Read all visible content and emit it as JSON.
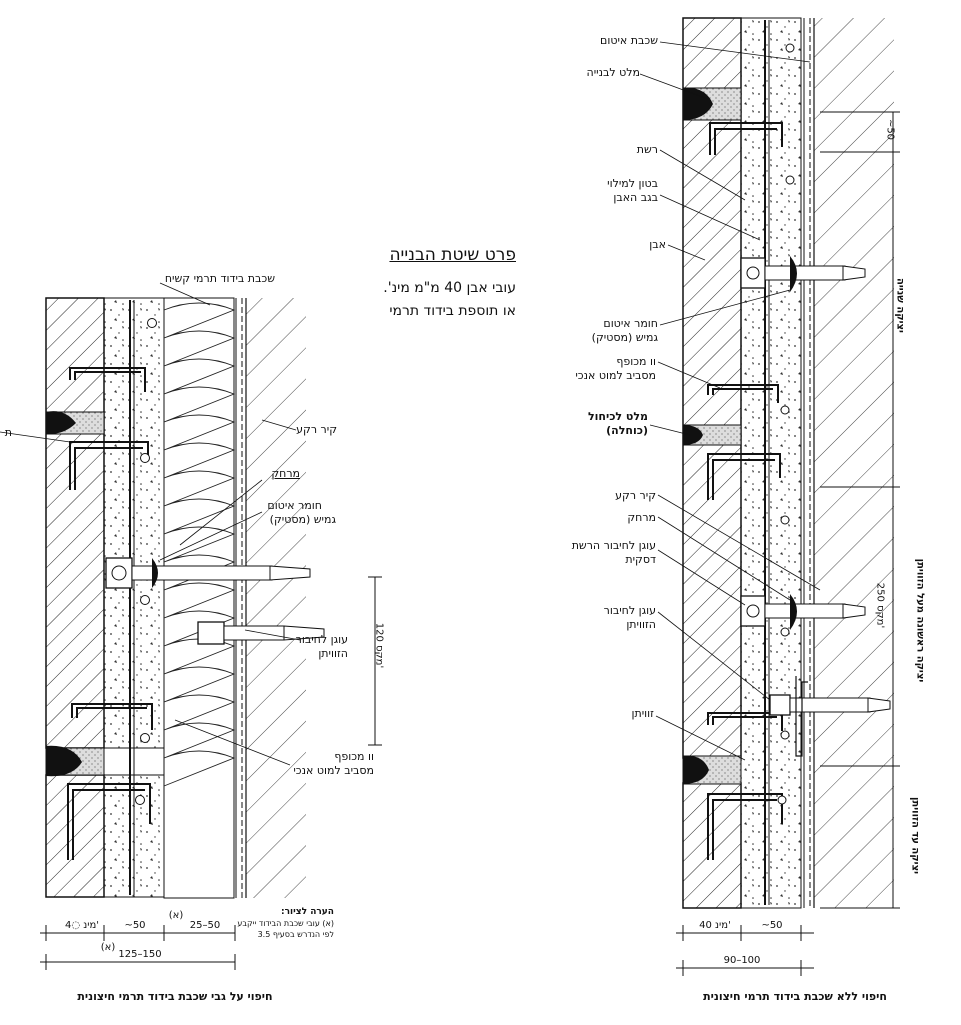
{
  "title": {
    "heading": "פרט שיטת הבנייה",
    "line1": "עובי אבן 40 מ\"מ מינ'.",
    "line2": "או תוספת בידוד תרמי"
  },
  "left_detail": {
    "caption": "חיפוי על גבי שכבת בידוד תרמי חיצונית",
    "labels": {
      "insulation": "שכבת בידוד תרמי קשיח",
      "back_wall": "קיר רקע",
      "spacer": "מרחק",
      "sealant_1": "חומר איטום",
      "sealant_2": "גמיש (מסטיק)",
      "anchor_1": "עוגן לחיבור",
      "anchor_2": "הזוויתן",
      "hook_1": "וו מכופף",
      "hook_2": "מסביב למוט אנכי",
      "cut_edge": "ת"
    },
    "dims": {
      "vertical": "120 מקס'",
      "stone": "4◌ מינ'",
      "gap": "~50",
      "insul": "25–50",
      "insul_note": "(א)",
      "total": "125–150",
      "total_note": "(א)"
    },
    "note": {
      "title": "הערה לציור:",
      "line1": "(א) עובי שכבת הבידוד ייקבע",
      "line2": "לפי הנדרש בסעיף 3.5"
    }
  },
  "right_detail": {
    "caption": "חיפוי ללא שכבת בידוד תרמי חיצונית",
    "labels": {
      "sealing_layer": "שכבת איטום",
      "mortar": "מלט לבנייה",
      "mesh": "רשת",
      "concrete_1": "בטון למילוי",
      "concrete_2": "בגב האבן",
      "stone": "אבן",
      "sealant_1": "חומר איטום",
      "sealant_2": "גמיש (מסטיק)",
      "hook_1": "וו מכופף",
      "hook_2": "מסביב למוט אנכי",
      "joint_1": "מלט לכיחול",
      "joint_2": "(כוחלה)",
      "back_wall": "קיר רקע",
      "spacer": "מרחק",
      "mesh_anchor_1": "עוגן לחיבור הרשת",
      "mesh_anchor_2": "דסקית",
      "anchor_1": "עוגן לחיבור",
      "anchor_2": "הזוויתן",
      "angle": "זוויתן"
    },
    "pours": {
      "second": "יציקה שנייה",
      "first": "יציקה ראשונה מעל הזוויתן",
      "first_dim": "250 מקס'",
      "to_angle": "יציקה עד הזוויתן",
      "top_dim": "~50"
    },
    "dims": {
      "stone": "40 מינ'",
      "gap": "~50",
      "total": "90–100"
    }
  }
}
